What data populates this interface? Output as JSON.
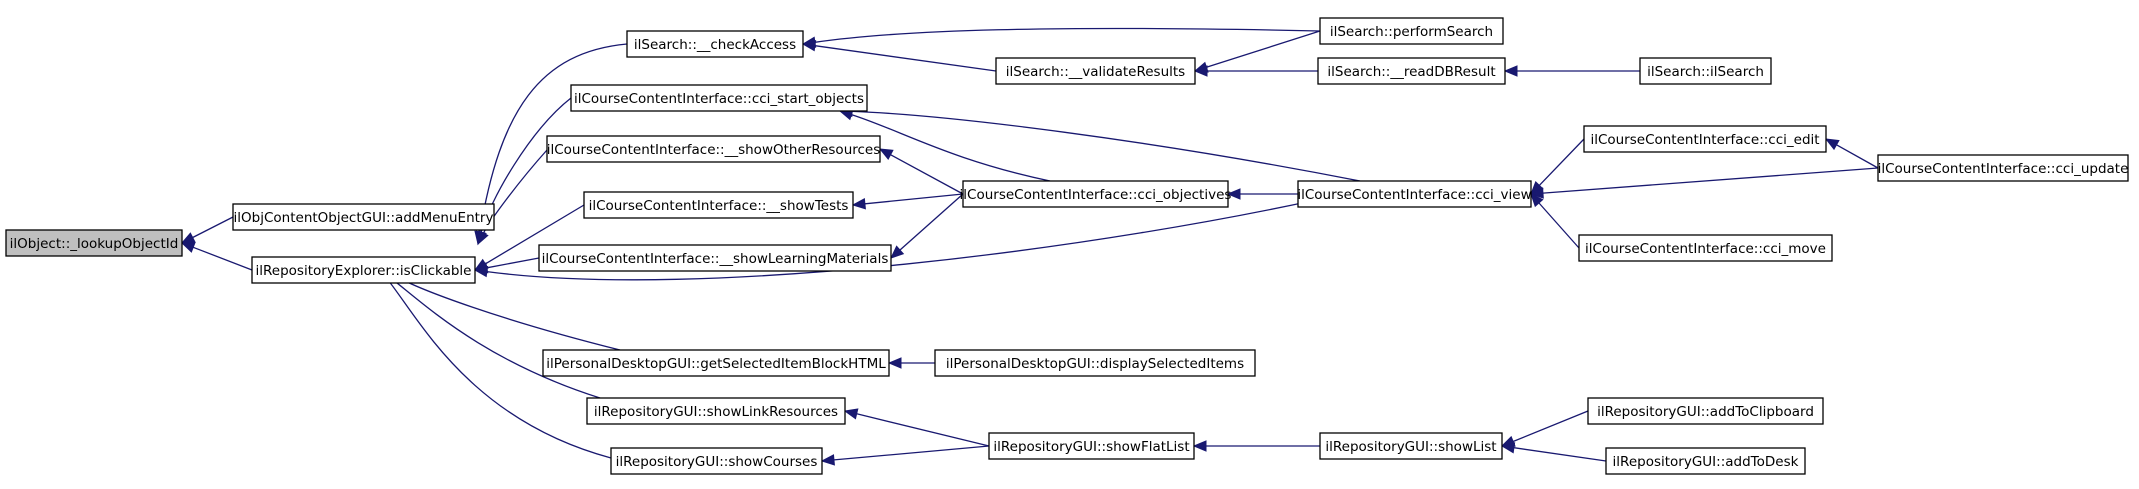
{
  "graph": {
    "colors": {
      "edge": "#191970",
      "root_fill": "#bfbfbf",
      "node_fill": "#ffffff",
      "node_stroke": "#000000"
    },
    "nodes": [
      {
        "id": "lookup",
        "label": "ilObject::_lookupObjectId",
        "root": true
      },
      {
        "id": "addMenu",
        "label": "ilObjContentObjectGUI::addMenuEntry"
      },
      {
        "id": "isClickable",
        "label": "ilRepositoryExplorer::isClickable"
      },
      {
        "id": "checkAccess",
        "label": "ilSearch::__checkAccess"
      },
      {
        "id": "cciStart",
        "label": "ilCourseContentInterface::cci_start_objects"
      },
      {
        "id": "showOther",
        "label": "ilCourseContentInterface::__showOtherResources"
      },
      {
        "id": "showTests",
        "label": "ilCourseContentInterface::__showTests"
      },
      {
        "id": "showLearning",
        "label": "ilCourseContentInterface::__showLearningMaterials"
      },
      {
        "id": "getSelected",
        "label": "ilPersonalDesktopGUI::getSelectedItemBlockHTML"
      },
      {
        "id": "showLink",
        "label": "ilRepositoryGUI::showLinkResources"
      },
      {
        "id": "showCourses",
        "label": "ilRepositoryGUI::showCourses"
      },
      {
        "id": "validate",
        "label": "ilSearch::__validateResults"
      },
      {
        "id": "cciObj",
        "label": "ilCourseContentInterface::cci_objectives"
      },
      {
        "id": "displaySel",
        "label": "ilPersonalDesktopGUI::displaySelectedItems"
      },
      {
        "id": "flatList",
        "label": "ilRepositoryGUI::showFlatList"
      },
      {
        "id": "perform",
        "label": "ilSearch::performSearch"
      },
      {
        "id": "readDB",
        "label": "ilSearch::__readDBResult"
      },
      {
        "id": "cciView",
        "label": "ilCourseContentInterface::cci_view"
      },
      {
        "id": "showList",
        "label": "ilRepositoryGUI::showList"
      },
      {
        "id": "ilSearch",
        "label": "ilSearch::ilSearch"
      },
      {
        "id": "cciEdit",
        "label": "ilCourseContentInterface::cci_edit"
      },
      {
        "id": "cciMove",
        "label": "ilCourseContentInterface::cci_move"
      },
      {
        "id": "addClip",
        "label": "ilRepositoryGUI::addToClipboard"
      },
      {
        "id": "addDesk",
        "label": "ilRepositoryGUI::addToDesk"
      },
      {
        "id": "cciUpdate",
        "label": "ilCourseContentInterface::cci_update"
      }
    ],
    "edges": [
      {
        "from": "addMenu",
        "to": "lookup"
      },
      {
        "from": "isClickable",
        "to": "lookup"
      },
      {
        "from": "checkAccess",
        "to": "isClickable"
      },
      {
        "from": "cciStart",
        "to": "isClickable"
      },
      {
        "from": "showOther",
        "to": "isClickable"
      },
      {
        "from": "showTests",
        "to": "isClickable"
      },
      {
        "from": "showLearning",
        "to": "isClickable"
      },
      {
        "from": "cciView",
        "to": "isClickable"
      },
      {
        "from": "getSelected",
        "to": "isClickable"
      },
      {
        "from": "showLink",
        "to": "isClickable"
      },
      {
        "from": "showCourses",
        "to": "isClickable"
      },
      {
        "from": "validate",
        "to": "checkAccess"
      },
      {
        "from": "perform",
        "to": "checkAccess"
      },
      {
        "from": "perform",
        "to": "validate"
      },
      {
        "from": "readDB",
        "to": "validate"
      },
      {
        "from": "ilSearch",
        "to": "readDB"
      },
      {
        "from": "cciObj",
        "to": "cciStart"
      },
      {
        "from": "cciView",
        "to": "cciStart"
      },
      {
        "from": "cciObj",
        "to": "showOther"
      },
      {
        "from": "cciObj",
        "to": "showTests"
      },
      {
        "from": "cciObj",
        "to": "showLearning"
      },
      {
        "from": "cciView",
        "to": "cciObj"
      },
      {
        "from": "cciEdit",
        "to": "cciView"
      },
      {
        "from": "cciUpdate",
        "to": "cciView"
      },
      {
        "from": "cciMove",
        "to": "cciView"
      },
      {
        "from": "cciUpdate",
        "to": "cciEdit"
      },
      {
        "from": "displaySel",
        "to": "getSelected"
      },
      {
        "from": "flatList",
        "to": "showLink"
      },
      {
        "from": "flatList",
        "to": "showCourses"
      },
      {
        "from": "showList",
        "to": "flatList"
      },
      {
        "from": "addClip",
        "to": "showList"
      },
      {
        "from": "addDesk",
        "to": "showList"
      }
    ]
  }
}
